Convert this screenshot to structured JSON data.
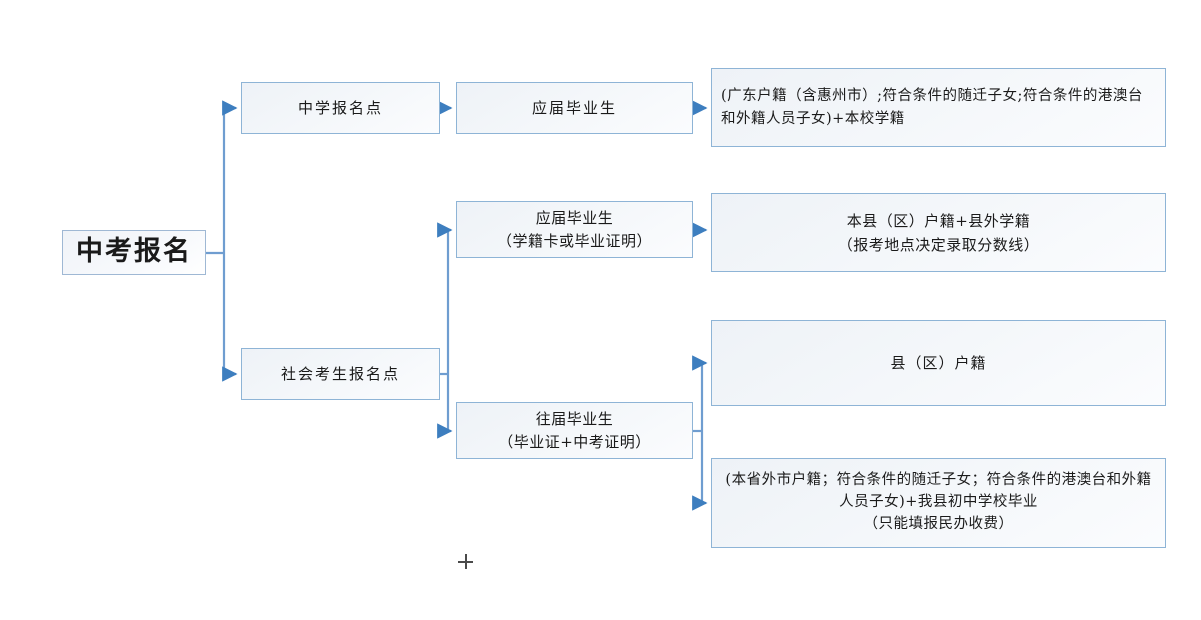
{
  "diagram": {
    "title": "中考报名",
    "type": "flowchart",
    "background": "#ffffff",
    "colors": {
      "box_border": "#8eb4d6",
      "box_fill_start": "#eef2f7",
      "box_fill_end": "#fbfcfe",
      "connector": "#5b8fc9",
      "arrowhead": "#3d7ebf",
      "text": "#1a1a1a"
    },
    "root": {
      "label": "中考报名"
    },
    "level1": [
      {
        "id": "mid-school",
        "label": "中学报名点"
      },
      {
        "id": "social",
        "label": "社会考生报名点"
      }
    ],
    "level2": [
      {
        "id": "grad-1",
        "label": "应届毕业生"
      },
      {
        "id": "grad-2",
        "label": "应届毕业生\n（学籍卡或毕业证明）"
      },
      {
        "id": "grad-3",
        "label": "往届毕业生\n（毕业证+中考证明）"
      }
    ],
    "level3": [
      {
        "id": "detail-1",
        "label": "(广东户籍（含惠州市）;符合条件的随迁子女;符合条件的港澳台和外籍人员子女)+本校学籍"
      },
      {
        "id": "detail-2",
        "label": "本县（区）户籍+县外学籍\n（报考地点决定录取分数线）"
      },
      {
        "id": "detail-3",
        "label": "县（区）户籍"
      },
      {
        "id": "detail-4",
        "label": "(本省外市户籍；符合条件的随迁子女；符合条件的港澳台和外籍人员子女)+我县初中学校毕业\n（只能填报民办收费）"
      }
    ],
    "marker": {
      "name": "crosshair-cursor"
    }
  }
}
